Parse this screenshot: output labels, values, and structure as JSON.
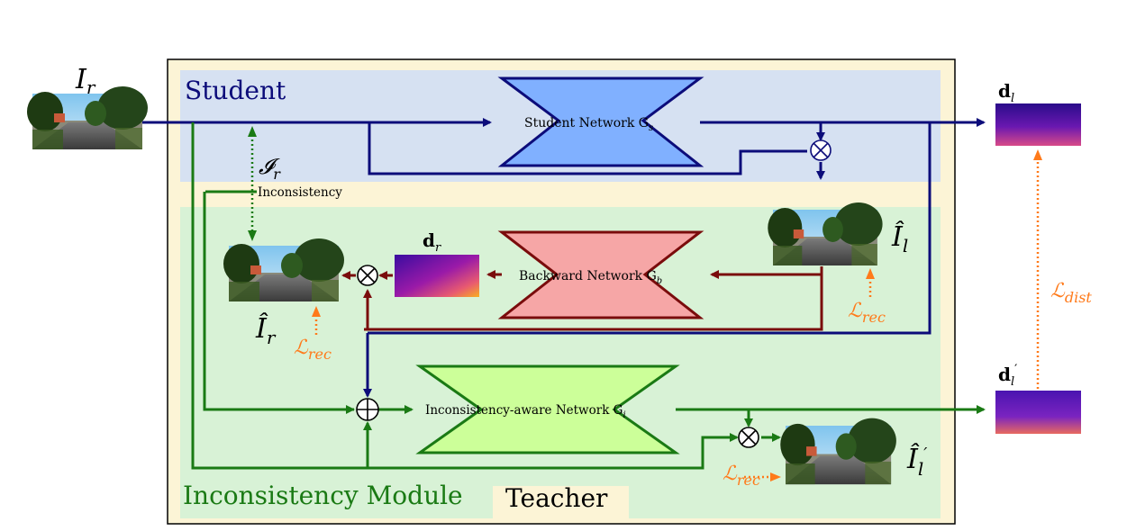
{
  "student": {
    "title": "Student",
    "network_label": "Student Network G",
    "network_sub": "s"
  },
  "teacher": {
    "title": "Teacher"
  },
  "inconsistency_module": {
    "title": "Inconsistency Module",
    "backward_label": "Backward Network G",
    "backward_sub": "b",
    "aware_label": "Inconsistency-aware Network G",
    "aware_sub": "i",
    "inconsistency_text": "Inconsistency"
  },
  "symbols": {
    "I_r": "I",
    "I_r_sub": "r",
    "d_l": "d",
    "d_l_sub": "l",
    "d_l_prime": "d",
    "d_l_prime_sub": "l",
    "d_r": "d",
    "d_r_sub": "r",
    "I_hat_l": "Î",
    "I_hat_l_sub": "l",
    "I_hat_r": "Î",
    "I_hat_r_sub": "r",
    "I_hat_l_prime": "Î",
    "I_hat_l_prime_sub": "l",
    "cal_I_r": "𝓘",
    "cal_I_r_sub": "r",
    "L_rec": "ℒ",
    "L_rec_sub": "rec",
    "L_dist": "ℒ",
    "L_dist_sub": "dist"
  },
  "colors": {
    "student_bg": "#d6e1f2",
    "module_bg": "#d8f2d6",
    "teacher_bg": "#fcf4d6",
    "student_dark": "#0c0c7a",
    "teacher_green": "#1a7a14",
    "backward_red": "#7a0c0c",
    "orange": "#ff7a1a"
  }
}
